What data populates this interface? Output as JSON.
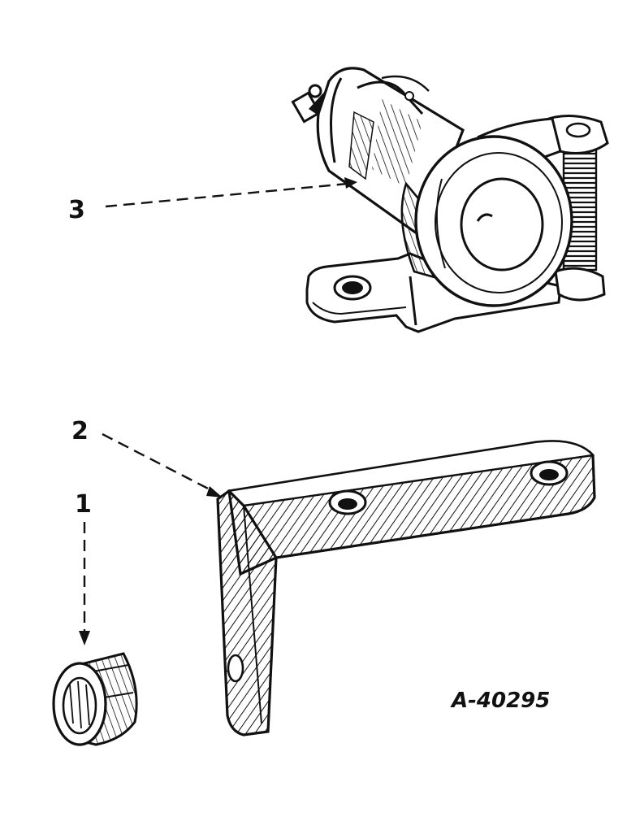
{
  "callouts": {
    "part_1": "1",
    "part_2": "2",
    "part_3": "3"
  },
  "figure_id": "A-40295",
  "colors": {
    "ink": "#111111",
    "paper": "#ffffff"
  }
}
